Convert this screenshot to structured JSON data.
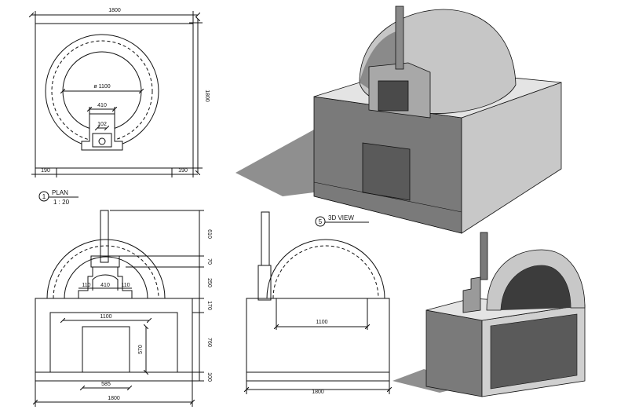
{
  "plan": {
    "title_number": "1",
    "title": "PLAN",
    "scale": "1 : 20",
    "dims": {
      "width_top": "1800",
      "height_right": "1800",
      "inner_diameter": "ø 1100",
      "opening_width": "410",
      "flue_width": "102",
      "wall_left": "190",
      "wall_right": "190"
    }
  },
  "view3d": {
    "title_number": "5",
    "title": "3D VIEW"
  },
  "front_elevation": {
    "dims": {
      "flue_height": "610",
      "dome_top": "70",
      "dome_mid": "250",
      "base_top": "170",
      "base_height": "760",
      "slab": "100",
      "arch_left": "110",
      "arch_center": "410",
      "arch_right": "110",
      "interior": "1100",
      "opening_height": "570",
      "opening_width": "585",
      "overall_width": "1800"
    }
  },
  "side_section": {
    "dims": {
      "interior": "1100",
      "overall_width": "1800"
    }
  },
  "colors": {
    "line": "#111111",
    "shadow": "#8a8a8a",
    "face_dark": "#7a7a7a",
    "face_mid": "#b5b5b5",
    "face_light": "#dcdcdc"
  }
}
